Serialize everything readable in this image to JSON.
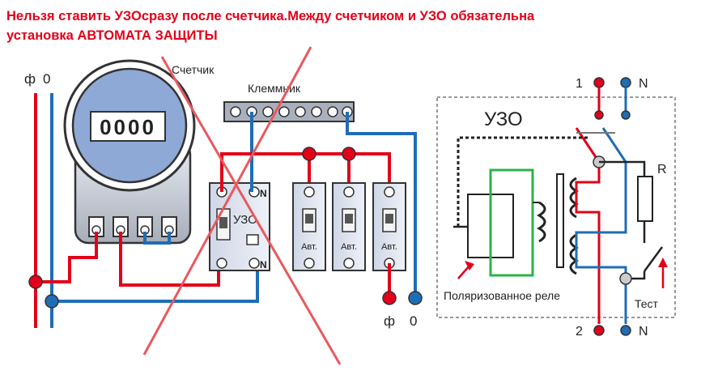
{
  "warning": {
    "line1": "Нельзя ставить УЗОсразу после счетчика.Между счетчиком и УЗО обязательна",
    "line2": "установка АВТОМАТА ЗАЩИТЫ"
  },
  "left": {
    "phase_label": "ф",
    "zero_label": "0",
    "meter_label": "Счетчик",
    "meter_display": "0000",
    "terminal_block_label": "Клеммник",
    "uzo_label": "УЗО",
    "uzo_n_top": "N",
    "uzo_n_bottom": "N",
    "breaker_labels": [
      "Авт.",
      "Авт.",
      "Авт."
    ],
    "out_phase_label": "ф",
    "out_zero_label": "0"
  },
  "right": {
    "top_phase": "1",
    "top_neutral": "N",
    "title": "УЗО",
    "resistor": "R",
    "relay_label": "Поляризованное реле",
    "test_label": "Тест",
    "bottom_phase": "2",
    "bottom_neutral": "N"
  },
  "colors": {
    "phase": "#e2001a",
    "neutral": "#1f6db5",
    "warning_text": "#e2001a",
    "cross": "#e8595e",
    "coil": "#2bb34a",
    "meter_face": "#8fa9d6"
  }
}
